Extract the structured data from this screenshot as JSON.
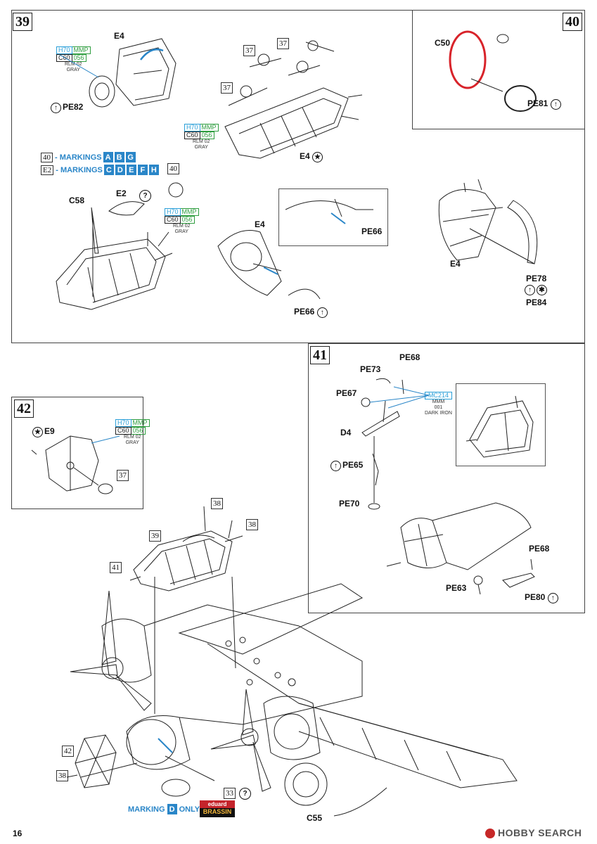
{
  "page_number": "16",
  "watermark": "HOBBY SEARCH",
  "steps": {
    "s39": "39",
    "s40": "40",
    "s41": "41",
    "s42": "42"
  },
  "paint_note": {
    "h_code": "H70",
    "brand": "MMP",
    "c_code": "C60",
    "mmp_num": "056",
    "name_line1": "RLM 02",
    "name_line2": "GRAY"
  },
  "paint_note_iron": {
    "code1": "MC214",
    "brand": "MMM",
    "num": "001",
    "name": "DARK IRON"
  },
  "markings": {
    "row1_ref": "40",
    "row1_text": "- MARKINGS",
    "row1_letters": [
      "A",
      "B",
      "G"
    ],
    "row2_ref": "E2",
    "row2_text": "- MARKINGS",
    "row2_letters": [
      "C",
      "D",
      "E",
      "F",
      "H"
    ]
  },
  "step39_labels": {
    "e4_top": "E4",
    "pe82": "PE82",
    "ref37a": "37",
    "ref37b": "37",
    "ref37c": "37",
    "e4_frame": "E4",
    "c58": "C58",
    "e2": "E2",
    "ref40": "40",
    "e4_mid": "E4",
    "pe66_detail": "PE66",
    "pe66": "PE66"
  },
  "step40_labels": {
    "c50": "C50",
    "pe81": "PE81",
    "e4": "E4",
    "pe78": "PE78",
    "pe84": "PE84"
  },
  "step41_labels": {
    "pe68": "PE68",
    "pe73": "PE73",
    "pe67": "PE67",
    "d4": "D4",
    "pe65": "PE65",
    "pe70": "PE70",
    "pe68b": "PE68",
    "pe63": "PE63",
    "pe80": "PE80"
  },
  "step42_labels": {
    "e9": "E9",
    "ref37": "37"
  },
  "main_labels": {
    "ref38a": "38",
    "ref38b": "38",
    "ref39": "39",
    "ref41": "41",
    "ref42": "42",
    "ref38c": "38",
    "ref33": "33",
    "c55": "C55",
    "marking_text": "MARKING",
    "marking_letter": "D",
    "marking_only": "ONLY",
    "brassin_top": "eduard",
    "brassin": "BRASSIN"
  }
}
